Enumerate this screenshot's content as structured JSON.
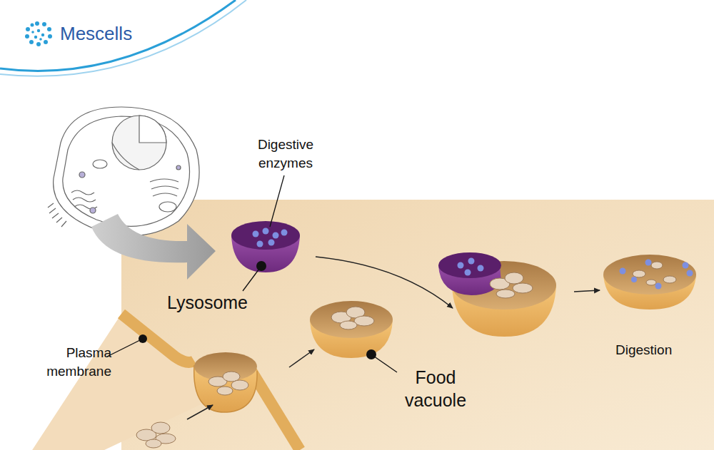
{
  "diagram": {
    "labels": [
      "Mescells",
      "Digestive enzymes",
      "Lysosome",
      "Plasma membrane",
      "Food vacuole",
      "Digestion"
    ]
  }
}
